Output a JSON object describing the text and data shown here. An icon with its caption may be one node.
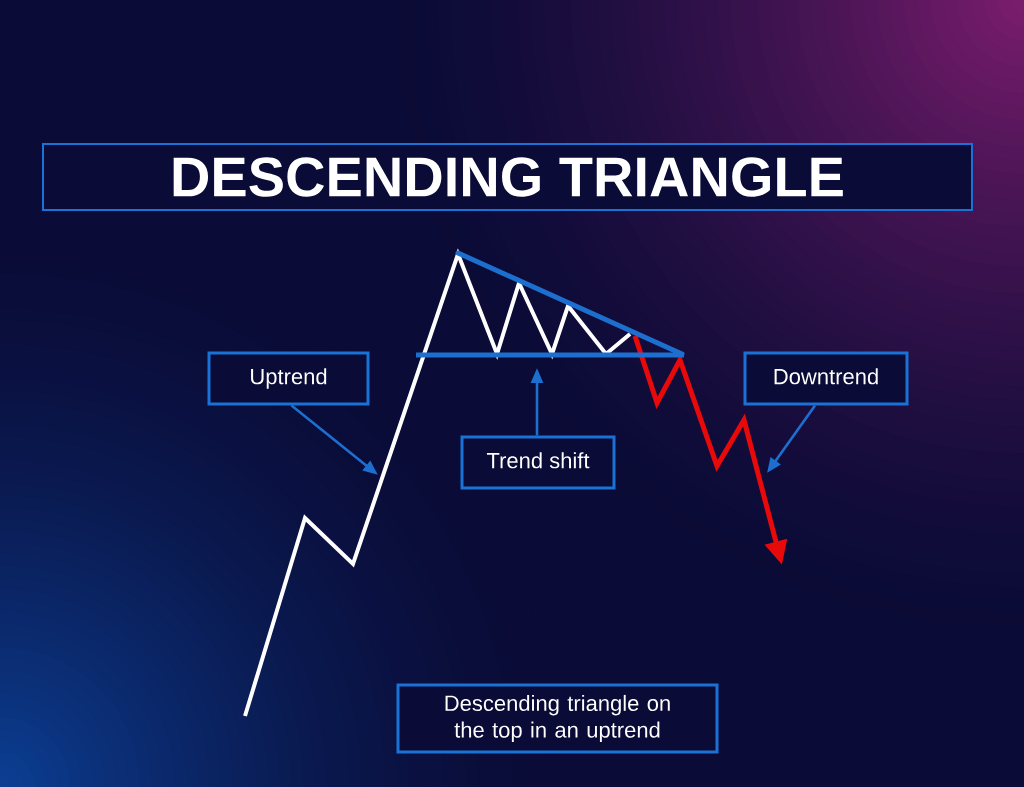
{
  "diagram": {
    "title": "DESCENDING TRIANGLE",
    "nodes": [
      {
        "text": [
          "Uptrend"
        ]
      },
      {
        "text": [
          "Downtrend"
        ]
      },
      {
        "text": [
          "Trend shift"
        ]
      },
      {
        "text": [
          "Descending triangle on the top in an uptrend"
        ]
      }
    ],
    "edges": [
      {
        "from": 0,
        "to": null,
        "arrow": "to"
      },
      {
        "from": 1,
        "to": null,
        "arrow": "to"
      },
      {
        "from": 2,
        "to": null,
        "arrow": "to"
      }
    ]
  }
}
